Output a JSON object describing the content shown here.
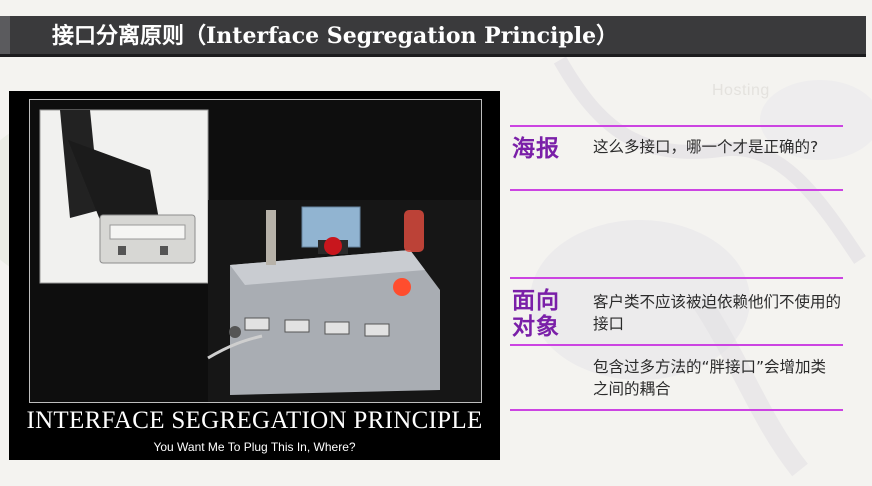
{
  "title": "接口分离原则（Interface Segregation Principle）",
  "background": {
    "watermark_text": "Hosting"
  },
  "poster": {
    "heading": "INTERFACE SEGREGATION PRINCIPLE",
    "caption": "You Want Me To Plug This In, Where?"
  },
  "sections": [
    {
      "label": "海报",
      "items": [
        "这么多接口，哪一个才是正确的?"
      ]
    },
    {
      "label": "面向对象",
      "items": [
        "客户类不应该被迫依赖他们不使用的接口",
        "包含过多方法的“胖接口”会增加类之间的耦合"
      ]
    }
  ],
  "colors": {
    "accent": "#cc44e2",
    "label": "#7a1fa8",
    "title_bar": "#3a3a3c"
  }
}
